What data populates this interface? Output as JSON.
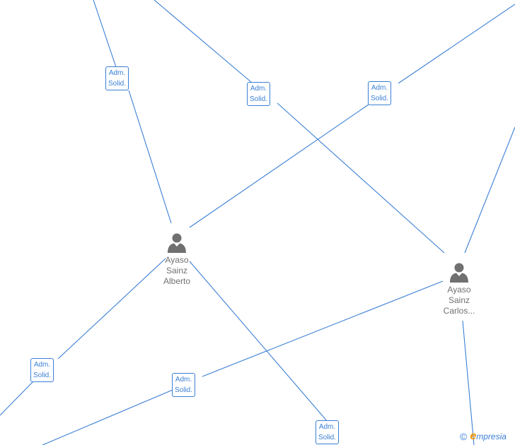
{
  "roles": [
    {
      "line1": "Adm.",
      "line2": "Solid."
    },
    {
      "line1": "Adm.",
      "line2": "Solid."
    },
    {
      "line1": "Adm.",
      "line2": "Solid."
    },
    {
      "line1": "Adm.",
      "line2": "Solid."
    },
    {
      "line1": "Adm.",
      "line2": "Solid."
    },
    {
      "line1": "Adm.",
      "line2": "Solid."
    }
  ],
  "people": [
    {
      "line1": "Ayaso",
      "line2": "Sainz",
      "line3": "Alberto",
      "icon": "person-icon"
    },
    {
      "line1": "Ayaso",
      "line2": "Sainz",
      "line3": "Carlos...",
      "icon": "person-icon"
    }
  ],
  "brand": {
    "copyright": "©",
    "logo_letter": "e",
    "logo_rest": "mpresia"
  },
  "colors": {
    "edge": "#3a7fd5",
    "person": "#707070",
    "brand_accent": "#f29400"
  }
}
